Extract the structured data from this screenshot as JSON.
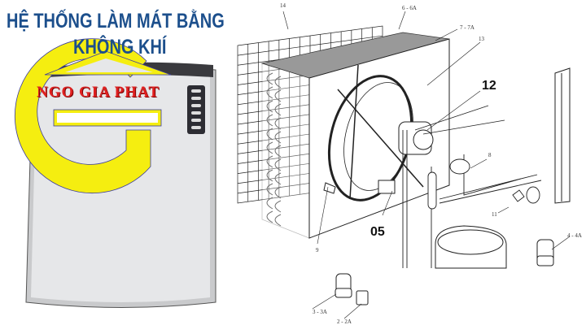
{
  "title": {
    "line1": "HỆ THỐNG LÀM MÁT BẰNG",
    "line2": "KHÔNG KHÍ"
  },
  "logo": {
    "brand": "NGO GIA PHAT",
    "accent": "#f5ee10"
  },
  "diagram": {
    "labels": {
      "grid": "14",
      "fins": "6 - 6A",
      "housing": "7 - 7A",
      "fan_bracket": "13",
      "fan_motor": "12",
      "pressure_switch": "8",
      "valve": "11",
      "solenoid": "05",
      "sensor": "9",
      "capacitor_a": "4 - 4A",
      "capacitor_b": "3 - 3A",
      "relay": "2 - 2A"
    }
  }
}
